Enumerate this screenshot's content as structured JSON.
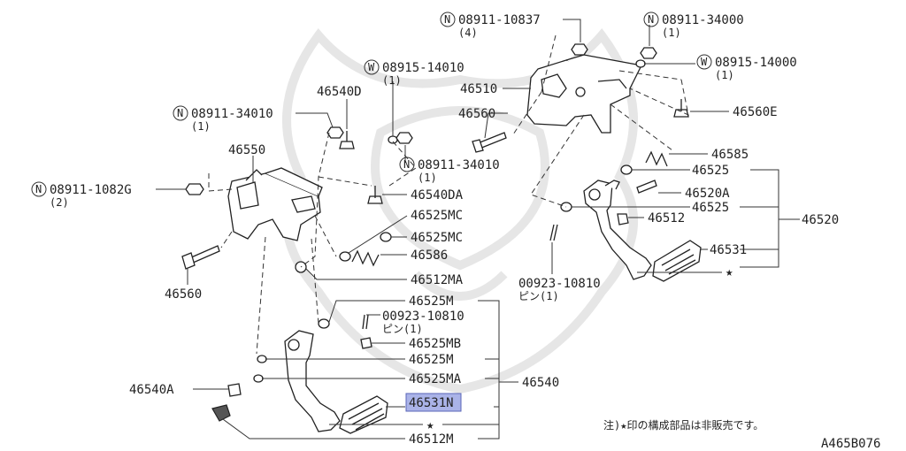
{
  "labels": {
    "n_08911_10837": "08911-10837",
    "qty_4": "(4)",
    "n_08911_34000": "08911-34000",
    "qty_1a": "(1)",
    "w_08915_14000": "08915-14000",
    "qty_1b": "(1)",
    "w_08915_14010": "08915-14010",
    "qty_1c": "(1)",
    "p_46540D": "46540D",
    "p_46510": "46510",
    "n_08911_34010a": "08911-34010",
    "qty_1d": "(1)",
    "p_46560_top": "46560",
    "p_46560E": "46560E",
    "p_46550": "46550",
    "n_08911_34010b": "08911-34010",
    "qty_1e": "(1)",
    "p_46585": "46585",
    "n_08911_1082G": "08911-1082G",
    "qty_2": "(2)",
    "p_46525_a": "46525",
    "p_46540DA": "46540DA",
    "p_46520A": "46520A",
    "p_46525MC_a": "46525MC",
    "p_46525_b": "46525",
    "p_46512": "46512",
    "p_46520": "46520",
    "p_46525MC_b": "46525MC",
    "p_46586": "46586",
    "p_46531": "46531",
    "p_46560_bot": "46560",
    "p_46512MA": "46512MA",
    "pin_00923_10810_r": "00923-10810",
    "pin_r_sub": "ピン(1)",
    "p_46525M_a": "46525M",
    "pin_00923_10810_c": "00923-10810",
    "pin_c_sub": "ピン(1)",
    "p_46525MB": "46525MB",
    "p_46525M_b": "46525M",
    "p_46525MA": "46525MA",
    "p_46540A": "46540A",
    "p_46540": "46540",
    "p_46531N": "46531N",
    "p_46512M": "46512M",
    "note": "注)★印の構成部品は非販売です。",
    "doc_code": "A465B076",
    "prefix_n": "N",
    "prefix_w": "W",
    "star": "★"
  },
  "colors": {
    "highlight": "#aab3e8",
    "line": "#333333"
  }
}
